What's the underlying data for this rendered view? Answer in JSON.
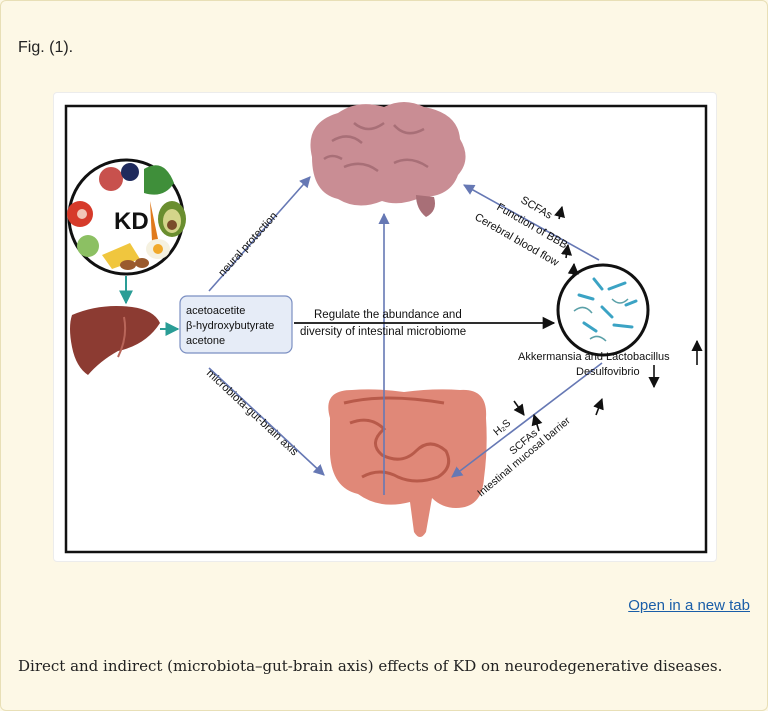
{
  "figure": {
    "label": "Fig. (1).",
    "open_link": "Open in a new tab",
    "caption": "Direct and indirect (microbiota–gut-brain axis) effects of KD on neurodegenerative diseases."
  },
  "diagram": {
    "kd_label": "KD",
    "ketone_bodies": [
      "acetoacetite",
      "β-hydroxybutyrate",
      "acetone"
    ],
    "neural_protection": "neural protection",
    "mgb_axis": "microbiota-gut-brain axis",
    "regulate_line1": "Regulate the abundance and",
    "regulate_line2": "diversity of intestinal microbiome",
    "brain_effects": [
      "SCFAs",
      "Function of BBB",
      "Cerebral blood flow"
    ],
    "microbes_line1": "Akkermansia and Lactobacillus",
    "microbes_line2": "Desulfovibrio",
    "gut_effects": [
      "H₂S",
      "SCFAs",
      "Intestinal mucosal barrier"
    ],
    "colors": {
      "arrow_blue": "#6678b4",
      "arrow_teal": "#2a9d96",
      "brain": "#c98d94",
      "liver": "#8c3b32",
      "gut": "#e08878",
      "box_fill": "#e6ecf7",
      "box_stroke": "#7b8fc2"
    },
    "icons": [
      "food-plate-icon",
      "liver-icon",
      "brain-icon",
      "intestine-icon",
      "microbiome-icon"
    ]
  }
}
